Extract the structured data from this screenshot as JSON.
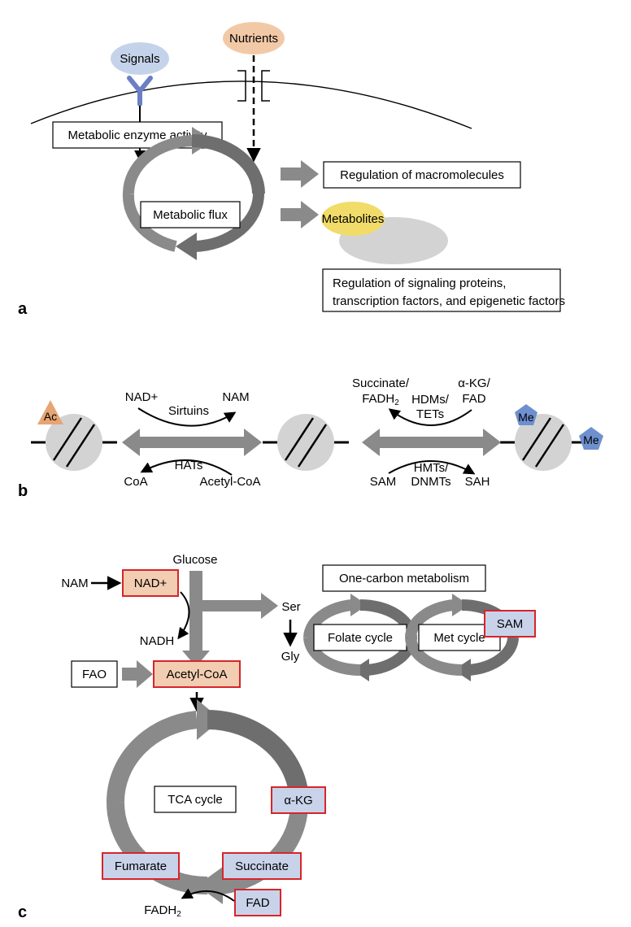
{
  "panel_a": {
    "label": "a",
    "signals": "Signals",
    "nutrients": "Nutrients",
    "enzyme_activity": "Metabolic enzyme activity",
    "metabolic_flux": "Metabolic flux",
    "regulation_macromolecules": "Regulation of macromolecules",
    "metabolites": "Metabolites",
    "regulation_signaling_line1": "Regulation of signaling proteins,",
    "regulation_signaling_line2": "transcription factors, and epigenetic factors"
  },
  "panel_b": {
    "label": "b",
    "ac": "Ac",
    "nad_plus": "NAD+",
    "nam": "NAM",
    "sirtuins": "Sirtuins",
    "hats": "HATs",
    "coa": "CoA",
    "acetyl_coa": "Acetyl-CoA",
    "succinate": "Succinate/",
    "fadh2": "FADH",
    "fadh2_sub": "2",
    "hdms": "HDMs/",
    "tets": "TETs",
    "akg": "α-KG/",
    "fad": "FAD",
    "sam": "SAM",
    "hmts": "HMTs/",
    "dnmts": "DNMTs",
    "sah": "SAH",
    "me": "Me"
  },
  "panel_c": {
    "label": "c",
    "glucose": "Glucose",
    "nam": "NAM",
    "nad_plus": "NAD+",
    "nadh": "NADH",
    "ser": "Ser",
    "gly": "Gly",
    "one_carbon": "One-carbon metabolism",
    "folate_cycle": "Folate cycle",
    "met_cycle": "Met cycle",
    "sam": "SAM",
    "fao": "FAO",
    "acetyl_coa": "Acetyl-CoA",
    "tca_cycle": "TCA cycle",
    "akg": "α-KG",
    "fumarate": "Fumarate",
    "succinate": "Succinate",
    "fad": "FAD",
    "fadh2": "FADH",
    "fadh2_sub": "2"
  },
  "colors": {
    "arrow_gray": "#8a8a8a",
    "arrow_dark": "#6e6e6e",
    "signals_blue": "#c5d3ea",
    "receptor_blue": "#6b7fc4",
    "nutrients_orange": "#f2c9a7",
    "metabolite_yellow": "#f1dc6a",
    "ellipse_gray": "#d3d3d3",
    "box_orange": "#f3cdb1",
    "box_blue": "#c8d3ea",
    "box_red_border": "#d6252b",
    "ac_triangle": "#e5a574",
    "me_pentagon": "#6f90cf"
  }
}
